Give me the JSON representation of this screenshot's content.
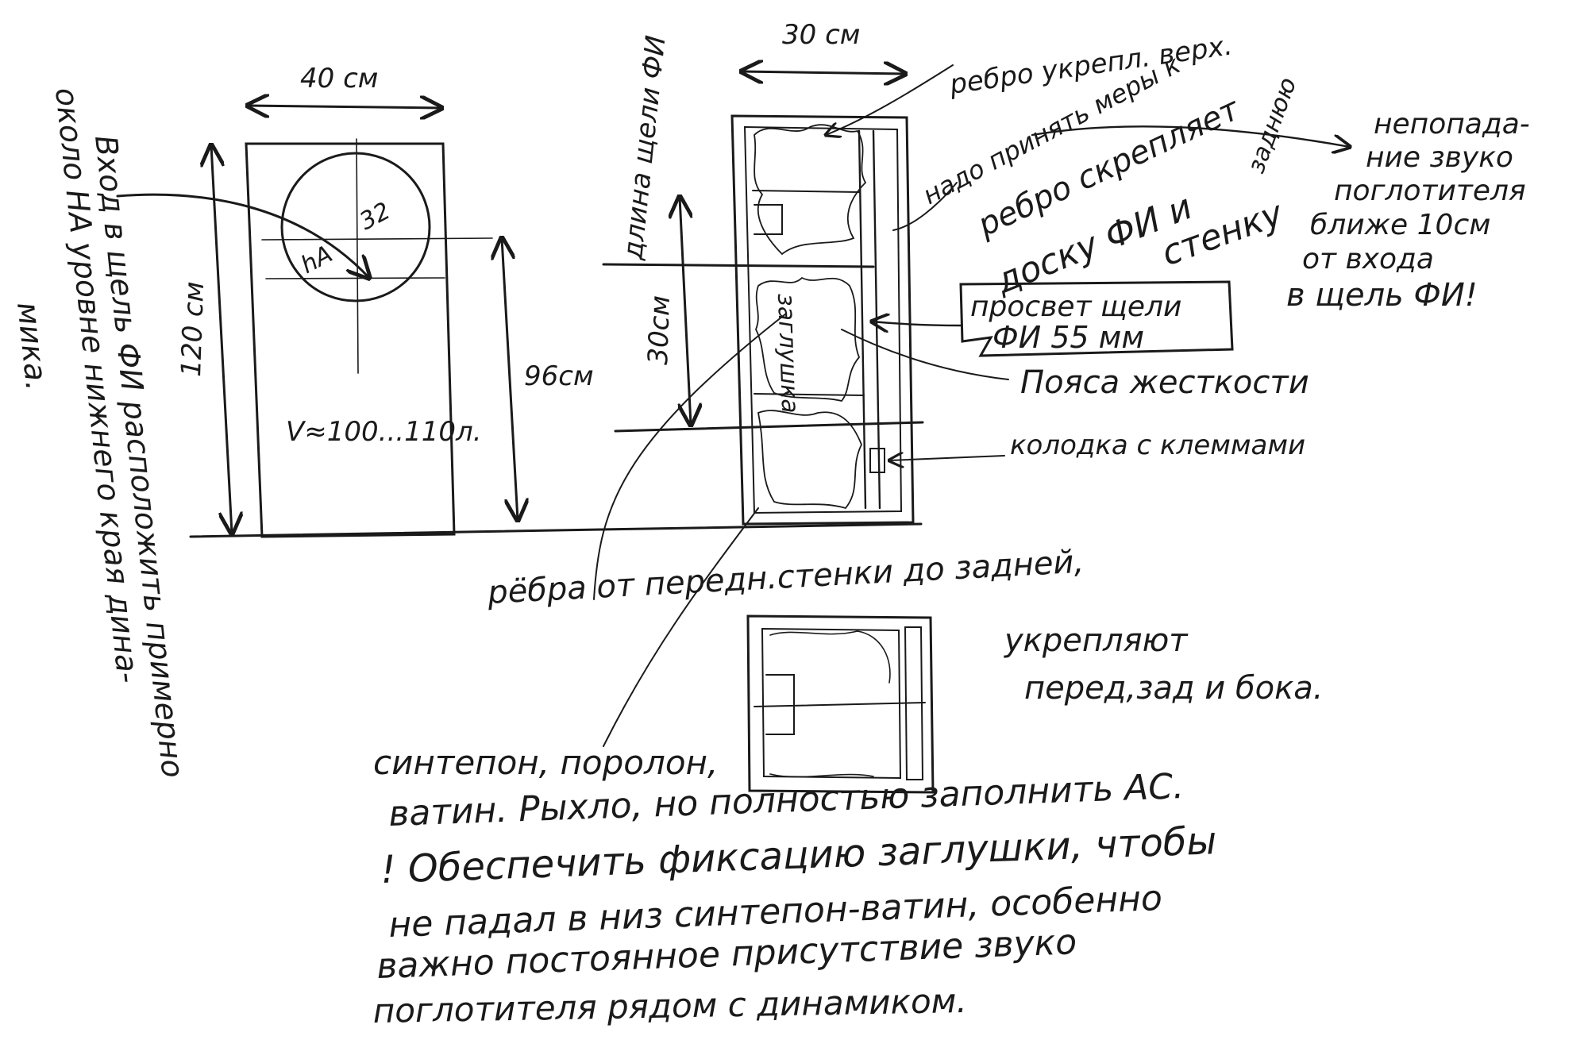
{
  "front_view": {
    "width_label": "40 см",
    "height_label": "120 см",
    "driver_label": "32",
    "driver_sub_label": "hA",
    "port_height_label": "96см",
    "volume_label": "V≈100...110л."
  },
  "vertical_note": {
    "line1": "Вход в щель ФИ расположить примерно",
    "line2": "около НА уровне нижнего края дина-",
    "line3": "мика."
  },
  "side_view": {
    "width_label": "30 см",
    "slot_length_label": "длина щели ФИ",
    "slot_30_label": "30см",
    "plug_label": "заглушка"
  },
  "labels": {
    "top_rib": "ребро укрепл. верх.",
    "take_measures": "надо принять меры к",
    "rib_fastens_1": "ребро скрепляет",
    "rib_fastens_2": "доску ФИ и",
    "rib_fastens_3": "заднюю",
    "rib_fastens_4": "стенку",
    "no_absorber_1": "непопада-",
    "no_absorber_2": "ние звуко",
    "no_absorber_3": "поглотителя",
    "no_absorber_4": "ближе 10см",
    "no_absorber_5": "от входа",
    "no_absorber_6": "в щель ФИ!",
    "slot_gap_1": "просвет щели",
    "slot_gap_2": "ФИ 55 мм",
    "stiffness_belts": "Пояса жесткости",
    "terminal_block": "колодка с клеммами",
    "ribs_front_back_1": "рёбра от передн.стенки до задней,",
    "ribs_front_back_2": "укрепляют",
    "ribs_front_back_3": "перед,зад и бока."
  },
  "bottom_note": {
    "line1": "синтепон, поролон,",
    "line2": "ватин. Рыхло, но полностью заполнить АС.",
    "line3": "! Обеспечить фиксацию заглушки, чтобы",
    "line4": "не падал в низ синтепон-ватин, особенно",
    "line5": "важно постоянное присутствие звуко",
    "line6": "поглотителя рядом с динамиком."
  }
}
